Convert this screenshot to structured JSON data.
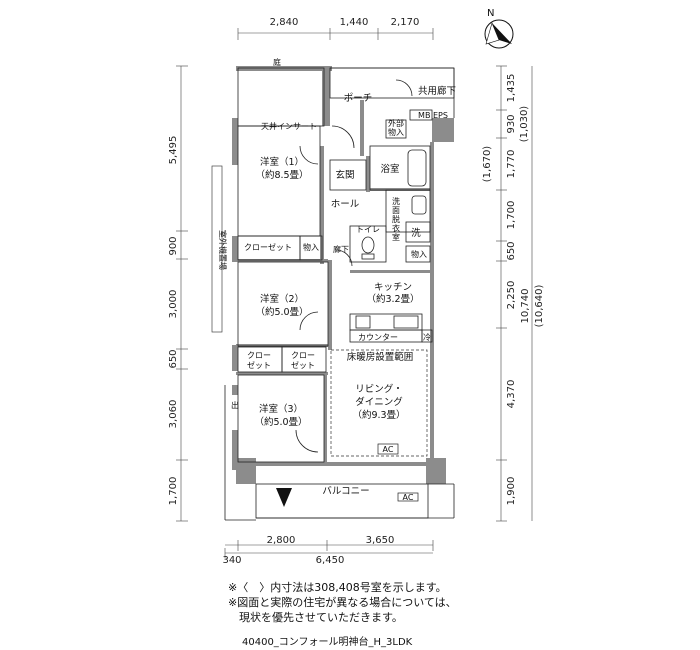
{
  "top_dims": [
    "2,840",
    "1,440",
    "2,170"
  ],
  "bottom_dims_row1": [
    "2,800",
    "3,650"
  ],
  "bottom_dims_row2": [
    "340",
    "6,450"
  ],
  "left_dims": [
    "5,495",
    "900",
    "3,000",
    "650",
    "3,060",
    "1,700"
  ],
  "right_dims_inner": [
    "1,435",
    "930",
    "1,770",
    "1,700",
    "650",
    "2,250",
    "4,370",
    "1,900"
  ],
  "right_dims_paren": [
    "(1,030)",
    "(1,670)"
  ],
  "right_dims_total": [
    "10,740",
    "(10,640)"
  ],
  "compass": "N",
  "rooms": {
    "niwa": "庭",
    "porch": "ポーチ",
    "corridor": "共用廊下",
    "outside_storage": [
      "外部",
      "物入"
    ],
    "mb_eps": "MB EPS",
    "ceiling_insert": "天井インサート",
    "western1": [
      "洋室（1）",
      "（約8.5畳）"
    ],
    "entrance": "玄関",
    "bath": "浴室",
    "hall": "ホール",
    "washroom": [
      "洗",
      "面",
      "脱",
      "衣",
      "室"
    ],
    "wash_machine": "洗",
    "storage_small": "物入",
    "closet": "クローゼット",
    "storage": "物入",
    "toilet": "トイレ",
    "hallway": "廊下",
    "storage2": "物入",
    "outdoor_unit": "室外機置場",
    "kitchen": [
      "キッチン",
      "（約3.2畳）"
    ],
    "counter": "カウンター",
    "fridge": "冷",
    "western2": [
      "洋室（2）",
      "（約5.0畳）"
    ],
    "closet_a": [
      "クロー",
      "ゼット"
    ],
    "closet_b": [
      "クロー",
      "ゼット"
    ],
    "floor_heating": "床暖房設置範囲",
    "living": [
      "リビング・",
      "ダイニング",
      "（約9.3畳）"
    ],
    "ac": "AC",
    "ac2": "AC",
    "western3": [
      "洋室（3）",
      "（約5.0畳）"
    ],
    "de": "出",
    "balcony": "バルコニー"
  },
  "notes": [
    "※〈　〉内寸法は308,408号室を示します。",
    "※図面と実際の住宅が異なる場合については、",
    "　現状を優先させていただきます。"
  ],
  "footer": "40400_コンフォール明神台_H_3LDK"
}
